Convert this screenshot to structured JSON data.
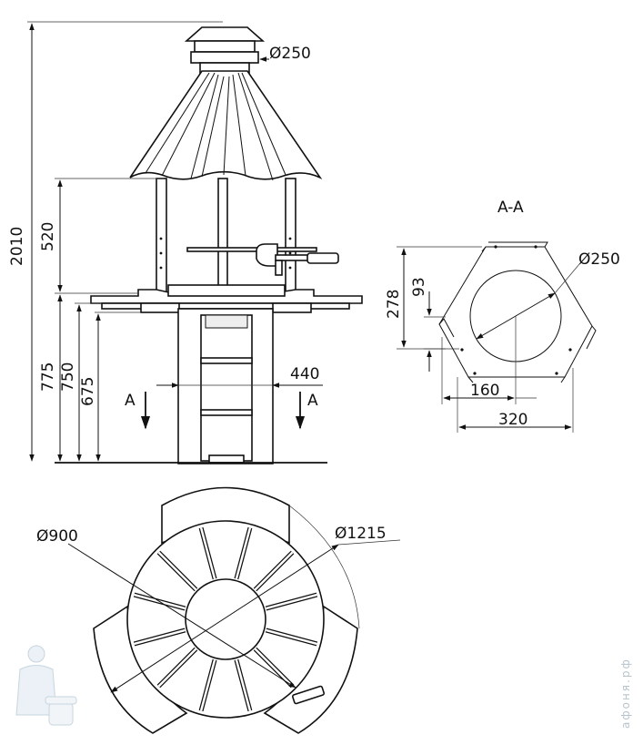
{
  "front_view": {
    "overall_height": "2010",
    "roof_height": "520",
    "table_height": "775",
    "grill_height": "750",
    "seat_height": "675",
    "chimney_diameter": "Ø250",
    "base_width": "440",
    "section_mark": "A"
  },
  "section_aa": {
    "title": "A-A",
    "diameter": "Ø250",
    "height_total": "278",
    "height_lower": "93",
    "half_width": "160",
    "full_width": "320"
  },
  "top_view": {
    "inner_diameter": "Ø900",
    "outer_diameter": "Ø1215"
  },
  "watermark": "афоня.рф"
}
